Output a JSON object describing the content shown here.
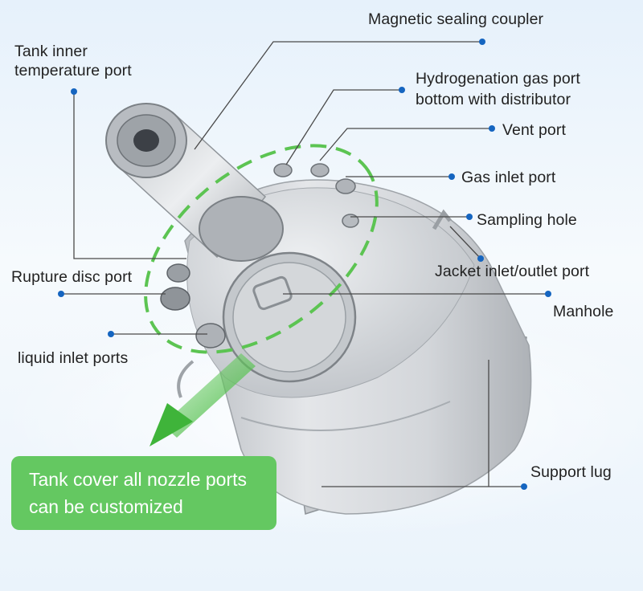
{
  "labels": {
    "magnetic_sealing_coupler": "Magnetic sealing coupler",
    "tank_inner_temperature_port_line1": "Tank inner",
    "tank_inner_temperature_port_line2": "temperature port",
    "hydrogenation_gas_port_line1": "Hydrogenation gas port",
    "hydrogenation_gas_port_line2": "bottom with distributor",
    "vent_port": "Vent port",
    "gas_inlet_port": "Gas inlet port",
    "sampling_hole": "Sampling hole",
    "jacket_inlet_outlet_port": "Jacket inlet/outlet port",
    "rupture_disc_port": "Rupture disc port",
    "manhole": "Manhole",
    "liquid_inlet_ports": "liquid inlet ports",
    "support_lug": "Support lug"
  },
  "callout": {
    "line1": "Tank cover all nozzle ports",
    "line2": "can be customized"
  },
  "colors": {
    "leader_line": "#4a4a4a",
    "dot": "#1565c0",
    "highlight": "#5cc452",
    "callout_bg": "#64c861",
    "tank": "#d6d9dc"
  }
}
